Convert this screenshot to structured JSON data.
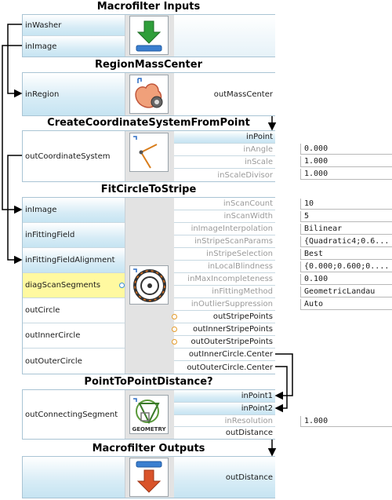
{
  "macro_inputs": {
    "title": "Macrofilter Inputs",
    "ports": [
      "inWasher",
      "inImage"
    ]
  },
  "region_mass_center": {
    "title": "RegionMassCenter",
    "input": "inRegion",
    "output": "outMassCenter"
  },
  "create_cs": {
    "title": "CreateCoordinateSystemFromPoint",
    "output": "outCoordinateSystem",
    "params": [
      {
        "name": "inPoint",
        "value": ""
      },
      {
        "name": "inAngle",
        "value": "0.000"
      },
      {
        "name": "inScale",
        "value": "1.000"
      },
      {
        "name": "inScaleDivisor",
        "value": "1.000"
      }
    ]
  },
  "fit_circle": {
    "title": "FitCircleToStripe",
    "left_ports": [
      "inImage",
      "inFittingField",
      "inFittingFieldAlignment",
      "diagScanSegments",
      "outCircle",
      "outInnerCircle",
      "outOuterCircle"
    ],
    "params": [
      {
        "name": "inScanCount",
        "value": "10"
      },
      {
        "name": "inScanWidth",
        "value": "5"
      },
      {
        "name": "inImageInterpolation",
        "value": "Bilinear"
      },
      {
        "name": "inStripeScanParams",
        "value": "{Quadratic4;0.6..."
      },
      {
        "name": "inStripeSelection",
        "value": "Best"
      },
      {
        "name": "inLocalBlindness",
        "value": "{0.000;0.600;0...."
      },
      {
        "name": "inMaxIncompleteness",
        "value": "0.100"
      },
      {
        "name": "inFittingMethod",
        "value": "GeometricLandau"
      },
      {
        "name": "inOutlierSuppression",
        "value": "Auto"
      }
    ],
    "outputs": [
      "outStripePoints",
      "outInnerStripePoints",
      "outOuterStripePoints",
      "outInnerCircle.Center",
      "outOuterCircle.Center"
    ]
  },
  "point_distance": {
    "title": "PointToPointDistance?",
    "output_left": "outConnectingSegment",
    "icon_label": "GEOMETRY",
    "params": [
      {
        "name": "inPoint1",
        "value": ""
      },
      {
        "name": "inPoint2",
        "value": ""
      },
      {
        "name": "inResolution",
        "value": "1.000"
      }
    ],
    "output": "outDistance"
  },
  "macro_outputs": {
    "title": "Macrofilter Outputs",
    "port": "outDistance"
  },
  "colors": {
    "border": "#a9c4d4",
    "highlight": "#fff9a0",
    "wire": "#000000",
    "port_dot": "#e49b2a"
  }
}
